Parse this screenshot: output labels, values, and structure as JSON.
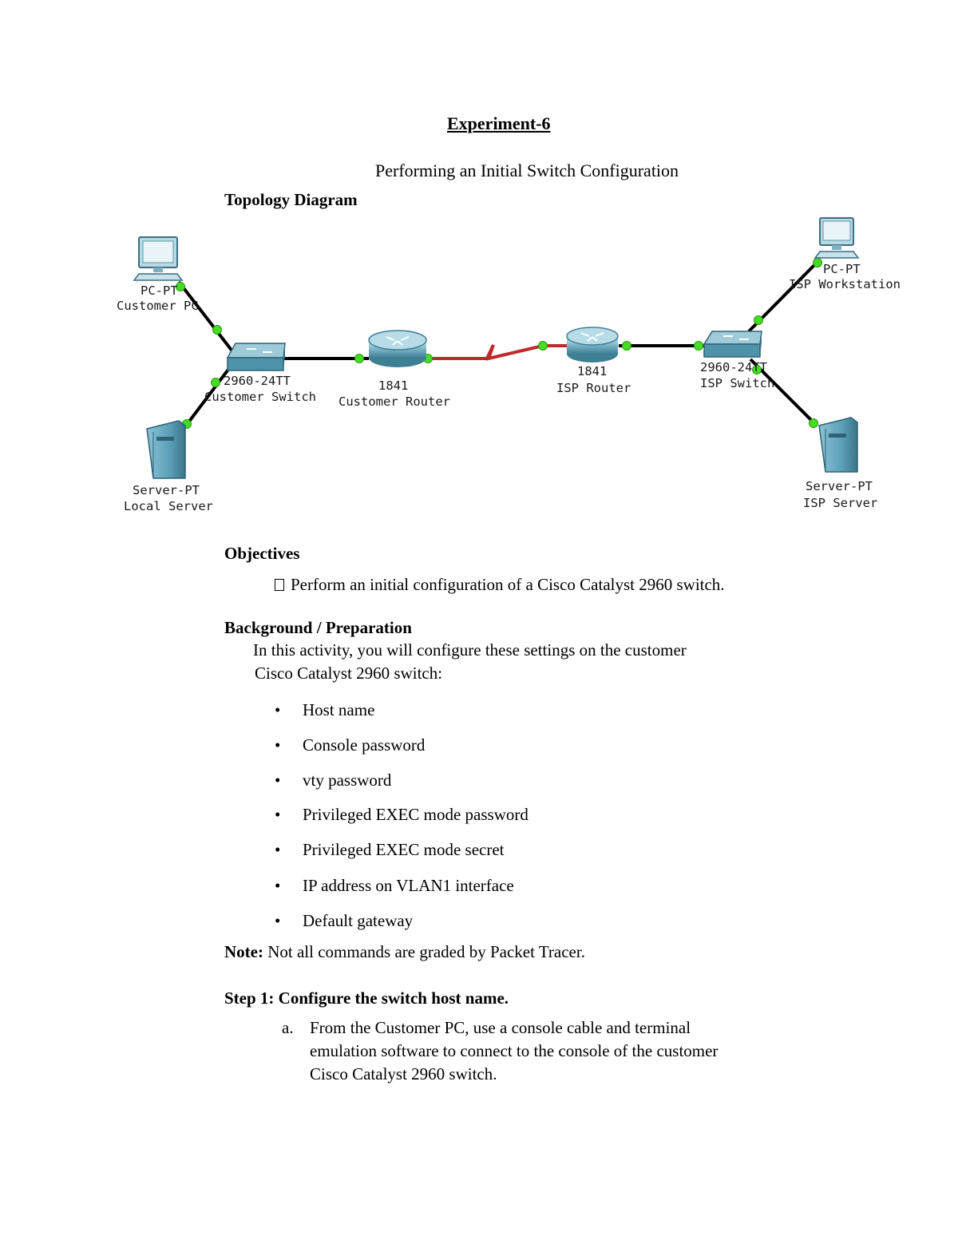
{
  "document": {
    "title": "Experiment-6",
    "subtitle": "Performing an Initial Switch Configuration",
    "topology_heading": "Topology Diagram"
  },
  "topology": {
    "devices": [
      {
        "id": "customer-pc",
        "type_label": "PC-PT",
        "name_label": "Customer PC",
        "icon": "pc-icon"
      },
      {
        "id": "local-server",
        "type_label": "Server-PT",
        "name_label": "Local Server",
        "icon": "server-icon"
      },
      {
        "id": "customer-switch",
        "type_label": "2960-24TT",
        "name_label": "Customer Switch",
        "icon": "switch-icon"
      },
      {
        "id": "customer-router",
        "type_label": "1841",
        "name_label": "Customer Router",
        "icon": "router-icon"
      },
      {
        "id": "isp-router",
        "type_label": "1841",
        "name_label": "ISP Router",
        "icon": "router-icon"
      },
      {
        "id": "isp-switch",
        "type_label": "2960-24TT",
        "name_label": "ISP Switch",
        "icon": "switch-icon"
      },
      {
        "id": "isp-workstation",
        "type_label": "PC-PT",
        "name_label": "ISP Workstation",
        "icon": "pc-icon"
      },
      {
        "id": "isp-server",
        "type_label": "Server-PT",
        "name_label": "ISP Server",
        "icon": "server-icon"
      }
    ],
    "colors": {
      "ethernet_link": "#000000",
      "serial_link": "#c0282a",
      "link_status": "#44dd22",
      "device_fill": "#5aa0b8"
    }
  },
  "objectives": {
    "heading": "Objectives",
    "items": [
      "Perform an initial configuration of a Cisco Catalyst 2960 switch."
    ]
  },
  "background": {
    "heading": "Background / Preparation",
    "intro_line1": "In this activity, you will configure these settings on the customer",
    "intro_line2": "Cisco Catalyst 2960 switch:",
    "bullet_char": "•",
    "items": [
      "Host name",
      "Console password",
      "vty password",
      "Privileged EXEC mode password",
      "Privileged EXEC mode secret",
      "IP address on VLAN1 interface",
      "Default gateway"
    ]
  },
  "note": {
    "label": "Note:",
    "text": "Not all commands are graded by Packet Tracer."
  },
  "step1": {
    "heading": "Step 1:  Configure the switch host name.",
    "item_marker": "a.",
    "item_line1": "From the Customer PC, use a console cable and terminal",
    "item_line2": "emulation software to connect to the console of the customer",
    "item_line3": "Cisco Catalyst 2960 switch."
  }
}
